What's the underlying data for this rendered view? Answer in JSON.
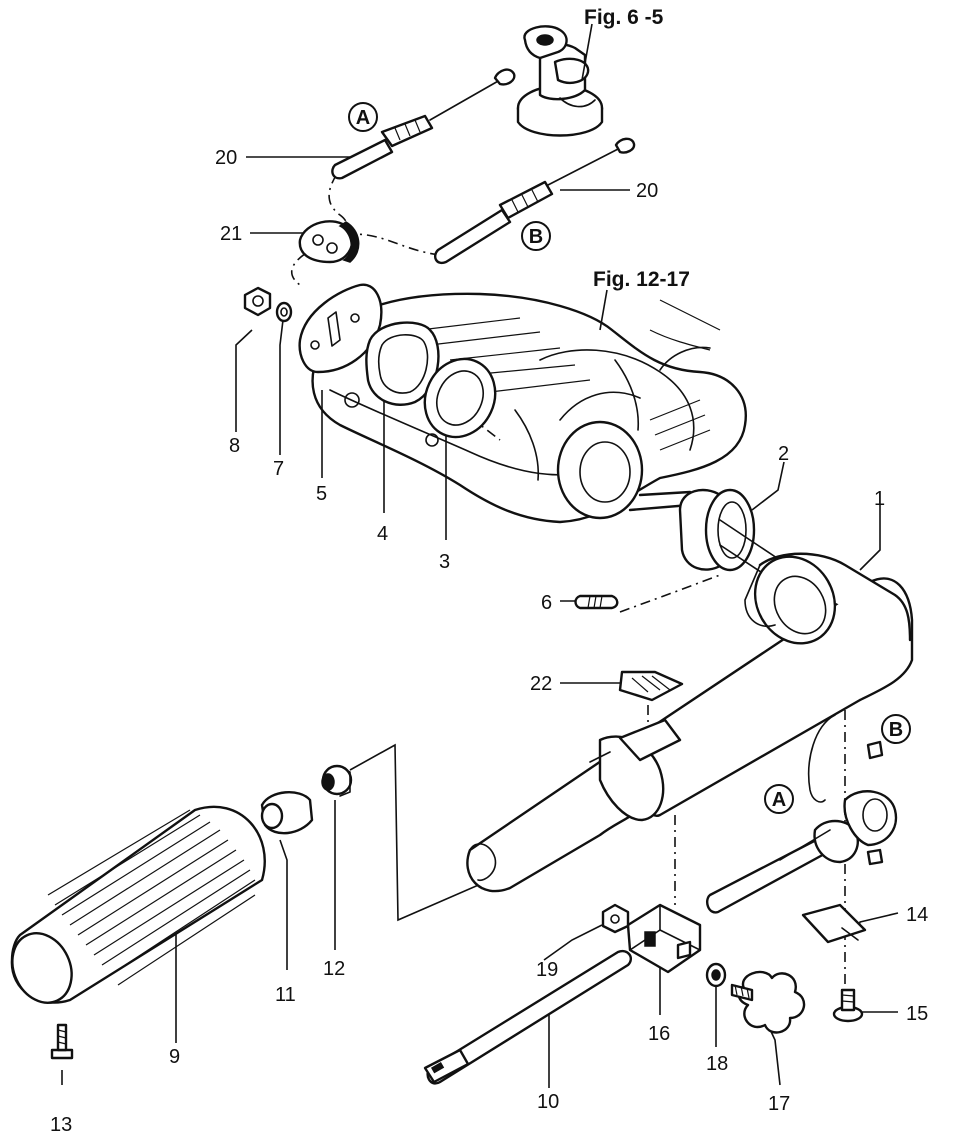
{
  "figure_refs": {
    "ref_a": "Fig. 6 -5",
    "ref_b": "Fig. 12-17"
  },
  "part_labels": {
    "p1": "1",
    "p2": "2",
    "p3": "3",
    "p4": "4",
    "p5": "5",
    "p6": "6",
    "p7": "7",
    "p8": "8",
    "p9": "9",
    "p10": "10",
    "p11": "11",
    "p12": "12",
    "p13": "13",
    "p14": "14",
    "p15": "15",
    "p16": "16",
    "p17": "17",
    "p18": "18",
    "p19": "19",
    "p20a": "20",
    "p20b": "20",
    "p21": "21",
    "p22": "22"
  },
  "connection_markers": {
    "a_top": "A",
    "b_top": "B",
    "a_handle": "A",
    "b_handle": "B"
  }
}
